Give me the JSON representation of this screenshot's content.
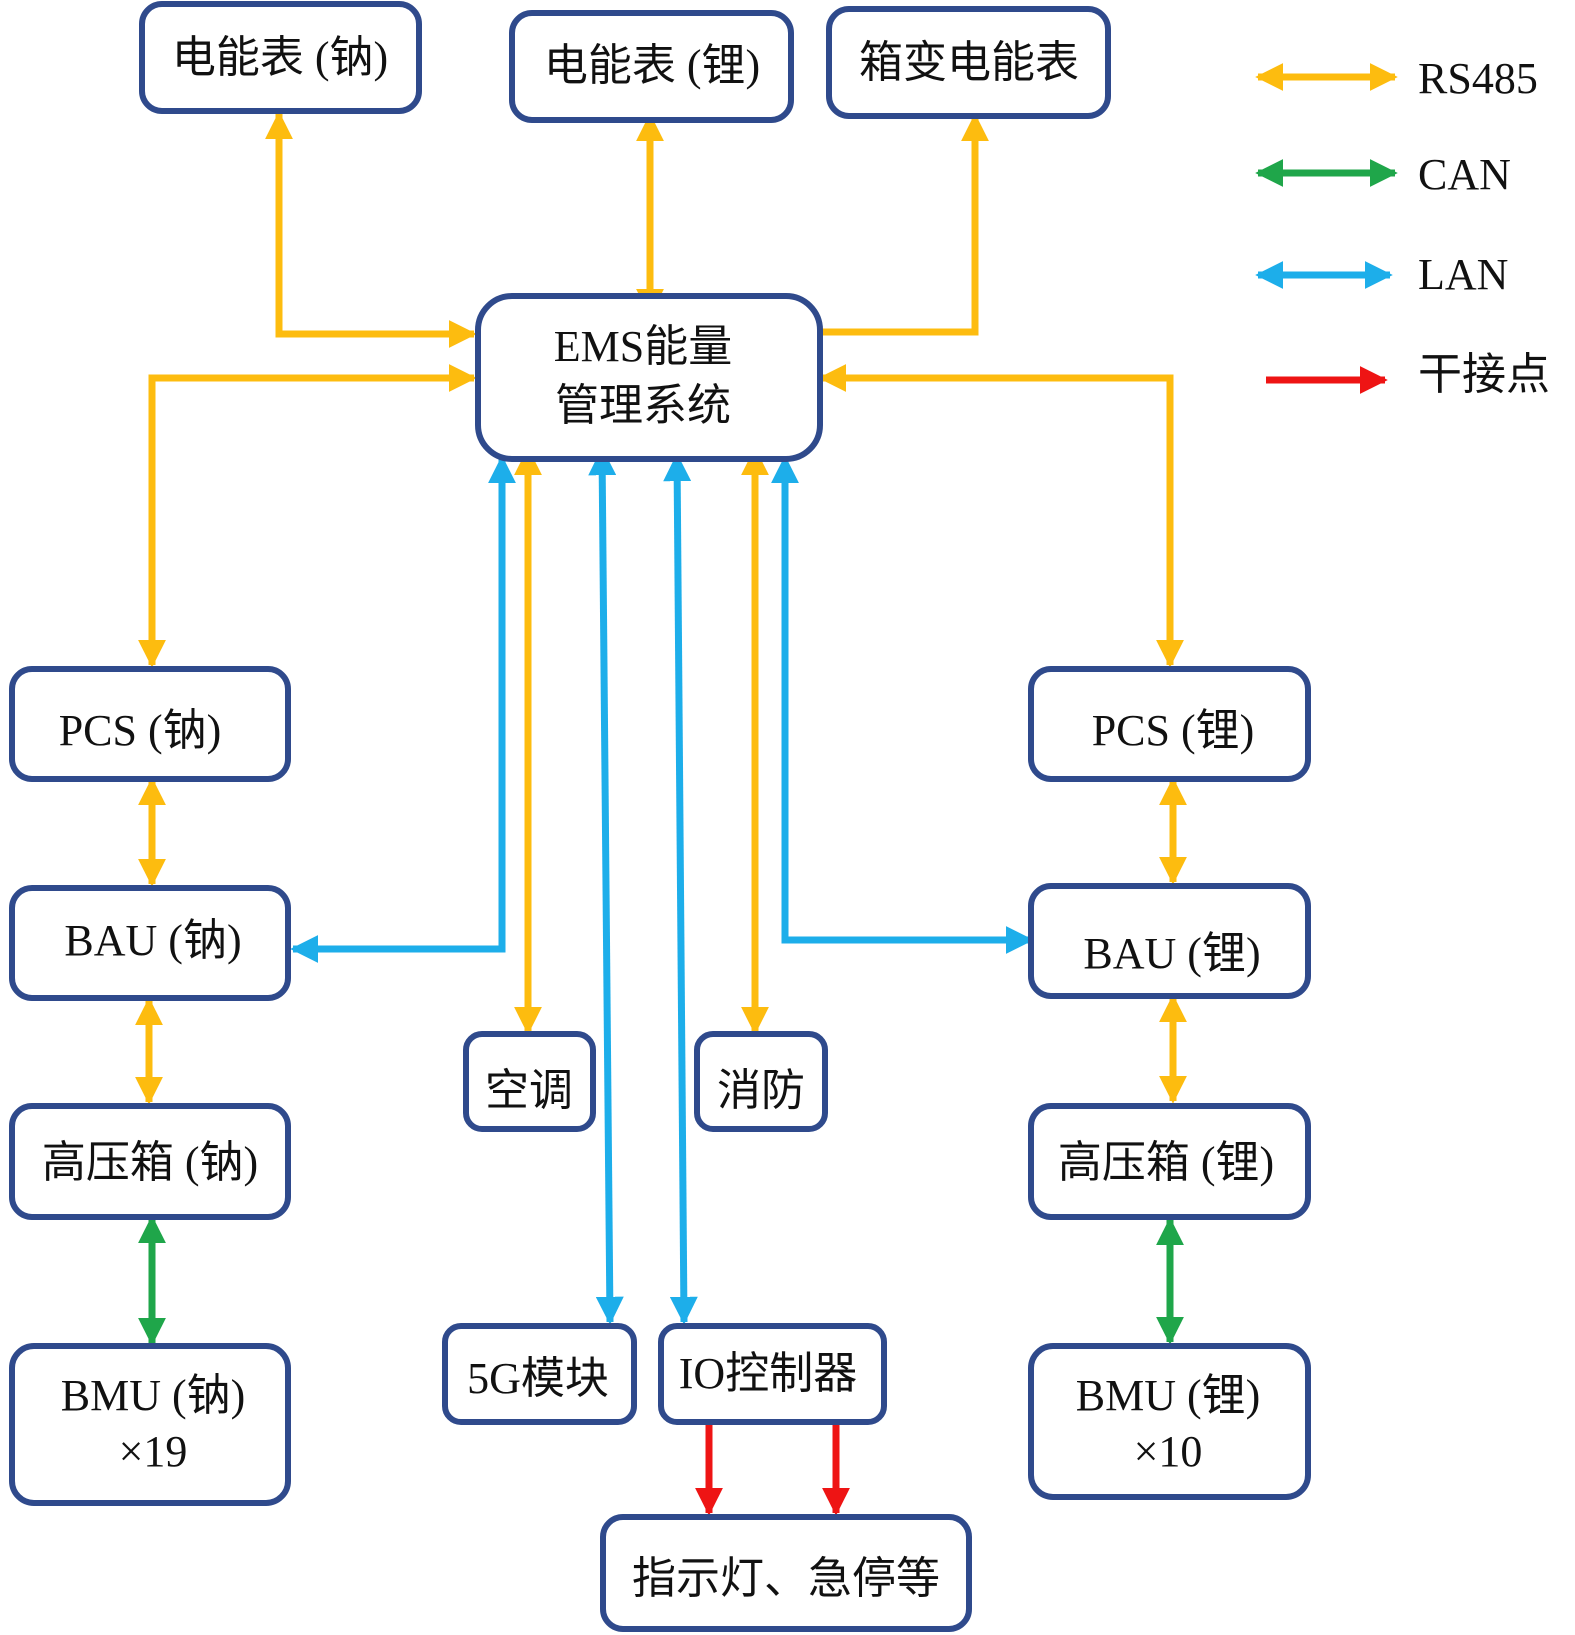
{
  "colors": {
    "rs485": "#FDBC0F",
    "can": "#1FA64A",
    "lan": "#1DAEEA",
    "dry": "#EE1414",
    "box_border": "#2F4A8C"
  },
  "legend": [
    {
      "key": "rs485",
      "label": "RS485"
    },
    {
      "key": "can",
      "label": "CAN"
    },
    {
      "key": "lan",
      "label": "LAN"
    },
    {
      "key": "dry",
      "label": "干接点"
    }
  ],
  "nodes": {
    "meter_na": {
      "lines": [
        "电能表 (钠)"
      ]
    },
    "meter_li": {
      "lines": [
        "电能表 (锂)"
      ]
    },
    "meter_box": {
      "lines": [
        "箱变电能表"
      ]
    },
    "ems": {
      "lines": [
        "EMS能量",
        "管理系统"
      ]
    },
    "pcs_na": {
      "lines": [
        "PCS (钠)"
      ]
    },
    "pcs_li": {
      "lines": [
        "PCS (锂)"
      ]
    },
    "bau_na": {
      "lines": [
        "BAU (钠)"
      ]
    },
    "bau_li": {
      "lines": [
        "BAU (锂)"
      ]
    },
    "ac": {
      "lines": [
        "空调"
      ]
    },
    "fire": {
      "lines": [
        "消防"
      ]
    },
    "hv_na": {
      "lines": [
        "高压箱 (钠)"
      ]
    },
    "hv_li": {
      "lines": [
        "高压箱 (锂)"
      ]
    },
    "bmu_na": {
      "lines": [
        "BMU (钠)",
        "×19"
      ]
    },
    "bmu_li": {
      "lines": [
        "BMU (锂)",
        "×10"
      ]
    },
    "g5": {
      "lines": [
        "5G模块"
      ]
    },
    "io": {
      "lines": [
        "IO控制器"
      ]
    },
    "indicator": {
      "lines": [
        "指示灯、急停等"
      ]
    }
  }
}
